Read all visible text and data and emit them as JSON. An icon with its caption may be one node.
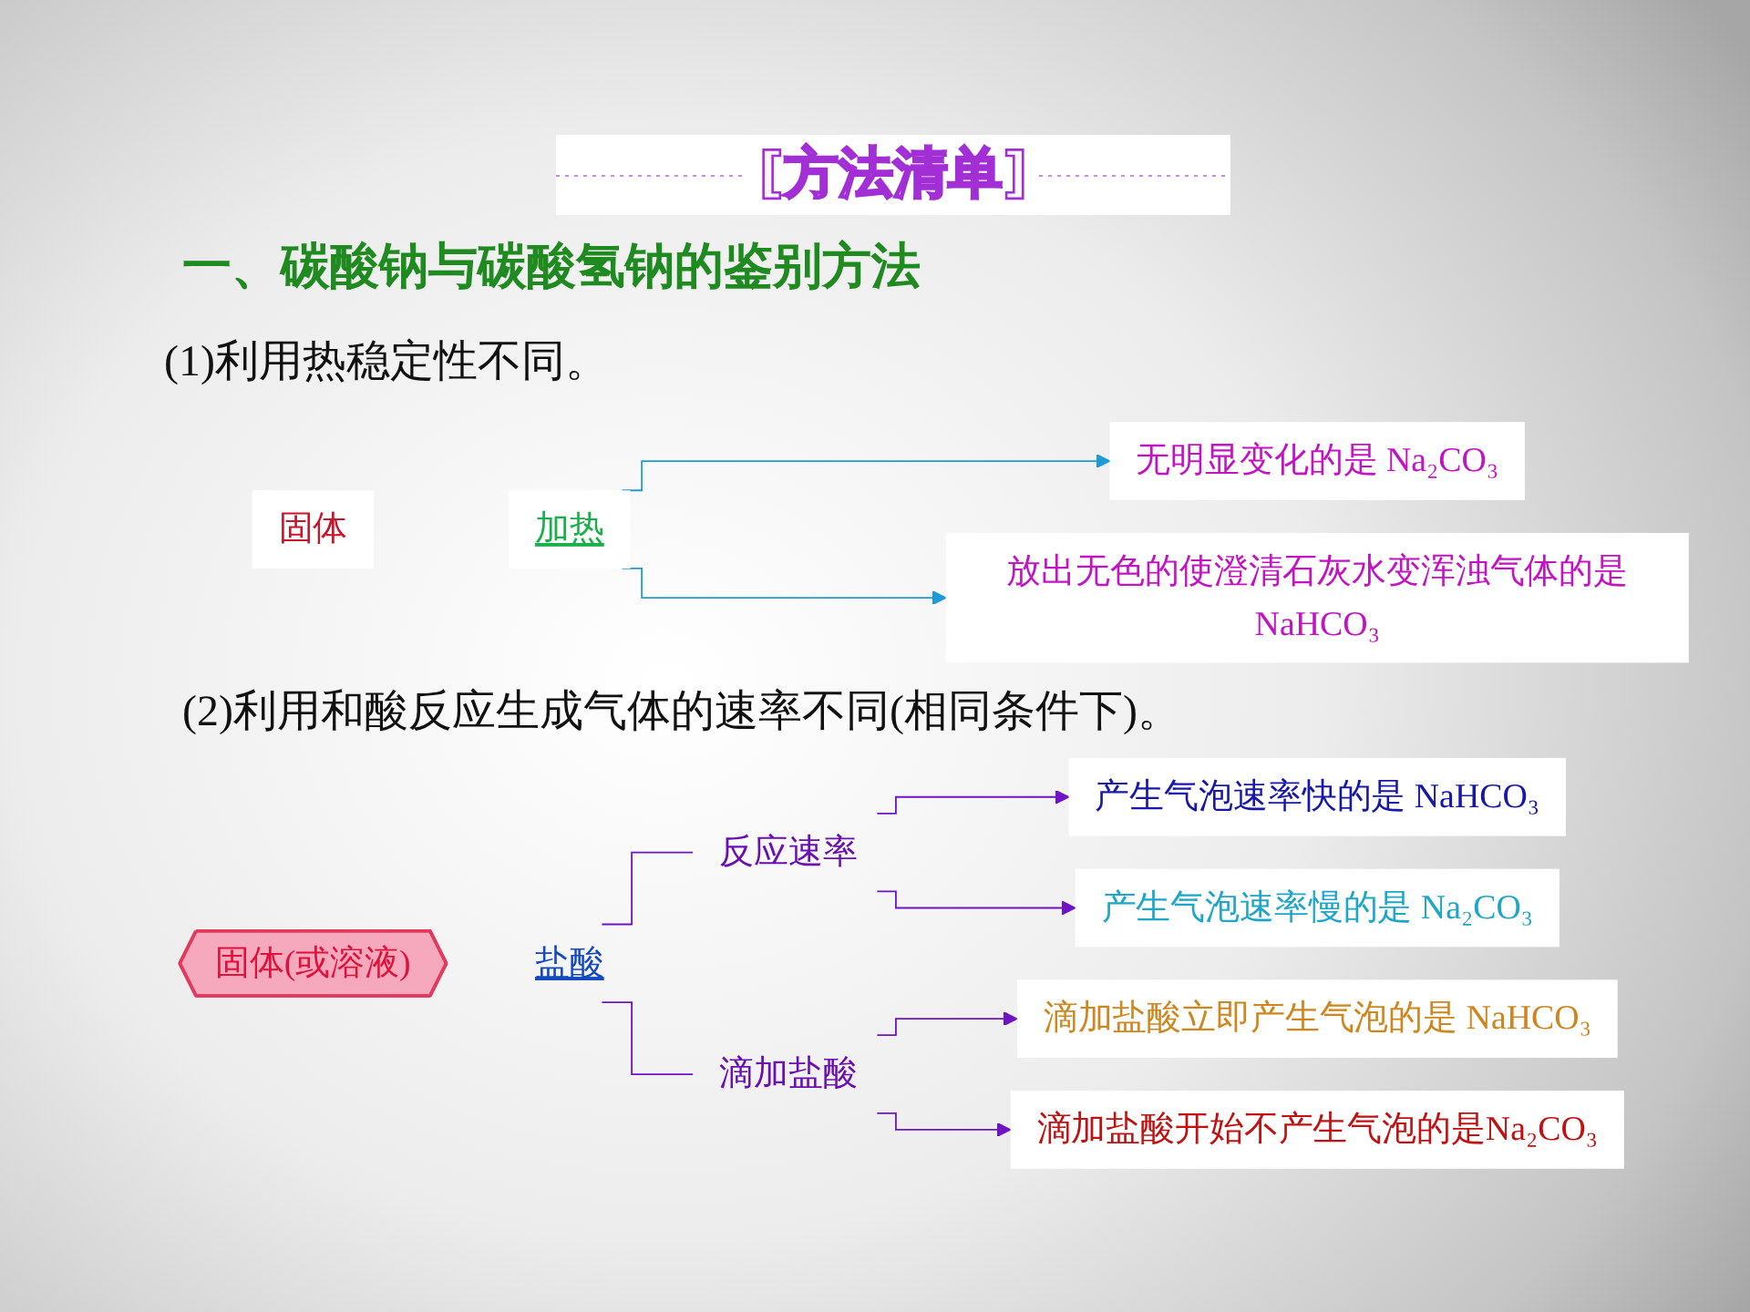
{
  "diagram": {
    "title": "[方法清单]",
    "nodes": [
      {
        "text": [
          "固体"
        ]
      },
      {
        "text": [
          "加热"
        ]
      },
      {
        "text": [
          "无明显变化的是 Na₂CO₃"
        ]
      },
      {
        "text": [
          "放出无色的使澄清石灰水变浑浊气体的是NaHCO₃"
        ]
      },
      {
        "text": [
          "固体(或溶液)"
        ]
      },
      {
        "text": [
          "盐酸"
        ]
      },
      {
        "text": [
          "反应速率"
        ]
      },
      {
        "text": [
          "滴加盐酸"
        ]
      },
      {
        "text": [
          "产生气泡速率快的是 NaHCO₃"
        ]
      },
      {
        "text": [
          "产生气泡速率慢的是 Na₂CO₃"
        ]
      },
      {
        "text": [
          "滴加盐酸立即产生气泡的是 NaHCO₃"
        ]
      },
      {
        "text": [
          "滴加盐酸开始不产生气泡的是Na₂CO₃"
        ]
      }
    ],
    "edges": [
      {
        "from": 1,
        "to": 2,
        "arrow": "to",
        "color": "#1e9ad6"
      },
      {
        "from": 1,
        "to": 3,
        "arrow": "to",
        "color": "#1e9ad6"
      },
      {
        "from": 5,
        "to": 6,
        "arrow": "none"
      },
      {
        "from": 5,
        "to": 7,
        "arrow": "none"
      },
      {
        "from": 6,
        "to": 8,
        "arrow": "to"
      },
      {
        "from": 6,
        "to": 9,
        "arrow": "to"
      },
      {
        "from": 7,
        "to": 10,
        "arrow": "to"
      },
      {
        "from": 7,
        "to": 11,
        "arrow": "to"
      }
    ],
    "labels": [
      "一、碳酸钠与碳酸氢钠的鉴别方法",
      "(1)利用热稳定性不同。",
      "(2)利用和酸反应生成气体的速率不同(相同条件下)。"
    ]
  }
}
